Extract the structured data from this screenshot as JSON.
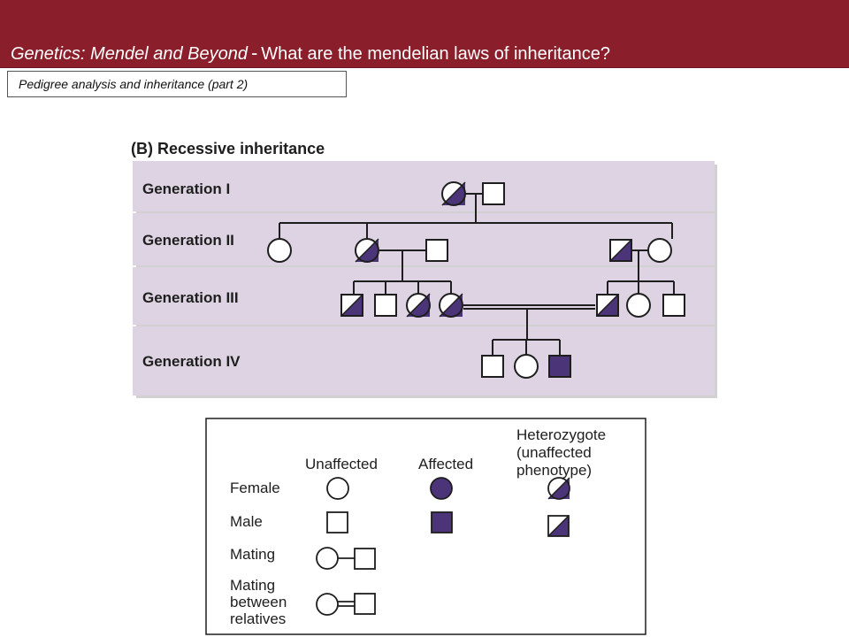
{
  "header": {
    "course": "Genetics: Mendel and Beyond",
    "separator": "-",
    "question": "What are the mendelian laws of inheritance?"
  },
  "subtitle": "Pedigree analysis and inheritance (part 2)",
  "figure": {
    "heading": "(B) Recessive inheritance",
    "generations": [
      "Generation I",
      "Generation II",
      "Generation III",
      "Generation IV"
    ]
  },
  "legend": {
    "col_unaffected": "Unaffected",
    "col_affected": "Affected",
    "col_hetero": [
      "Heterozygote",
      "(unaffected",
      "phenotype)"
    ],
    "row_female": "Female",
    "row_male": "Male",
    "row_mating": "Mating",
    "row_mating_relatives": [
      "Mating",
      "between",
      "relatives"
    ]
  },
  "colors": {
    "header_bg": "#8a1f2b",
    "band": "#ddd3e2",
    "affected_fill": "#4b3478"
  }
}
